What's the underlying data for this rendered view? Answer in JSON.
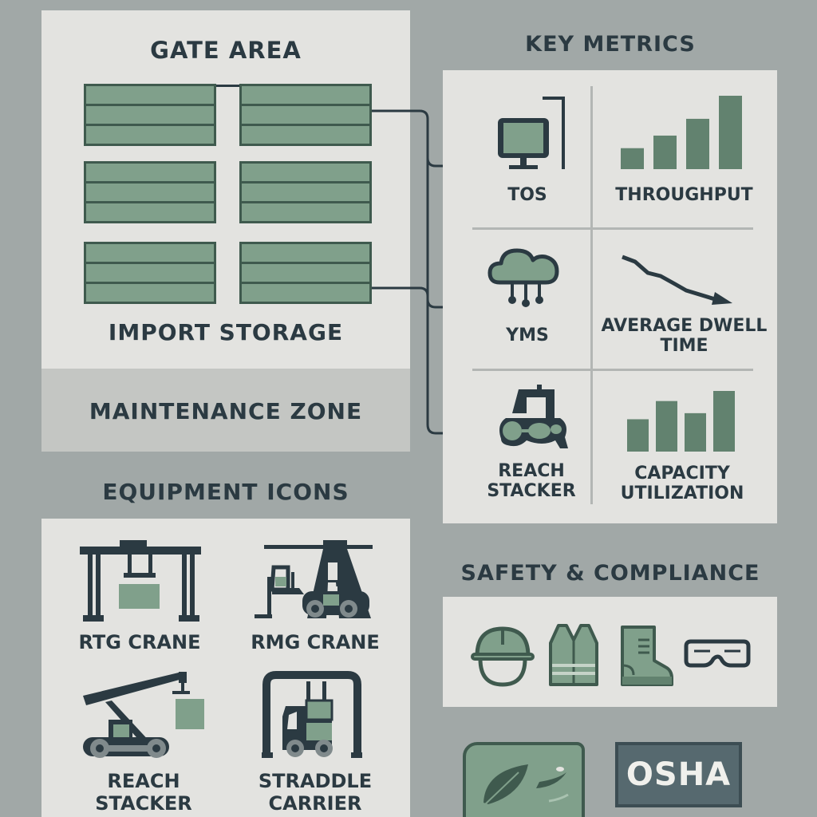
{
  "colors": {
    "background": "#a1a8a7",
    "panel": "#e3e3e0",
    "maintenance_panel": "#c4c6c3",
    "dark": "#2b3a42",
    "green": "#80a08b",
    "dark_green": "#3f5a4e",
    "bar_green": "#62826f",
    "osha_bg": "#56696f"
  },
  "layout_area": {
    "gate_area_label": "GATE AREA",
    "import_storage_label": "IMPORT STORAGE",
    "maintenance_zone_label": "MAINTENANCE ZONE",
    "container_blocks": 6
  },
  "key_metrics": {
    "title": "KEY METRICS",
    "systems": [
      {
        "label": "TOS",
        "icon": "monitor-icon"
      },
      {
        "label": "YMS",
        "icon": "cloud-icon"
      },
      {
        "label": "REACH STACKER",
        "line1": "REACH",
        "line2": "STACKER",
        "icon": "reach-stacker-icon"
      }
    ],
    "metrics": [
      {
        "label": "THROUGHPUT",
        "icon": "bar-chart-rising-icon",
        "bars": [
          1,
          1.6,
          2.4,
          3.5
        ]
      },
      {
        "label": "AVERAGE DWELL TIME",
        "line1": "AVERAGE DWELL",
        "line2": "TIME",
        "icon": "trend-down-icon"
      },
      {
        "label": "CAPACITY UTILIZATION",
        "line1": "CAPACITY",
        "line2": "UTILIZATION",
        "icon": "bar-chart-icon",
        "bars": [
          1.6,
          2.5,
          1.9,
          3.0
        ]
      }
    ]
  },
  "equipment": {
    "title": "EQUIPMENT ICONS",
    "items": [
      {
        "label": "RTG CRANE",
        "icon": "rtg-crane-icon"
      },
      {
        "label": "RMG CRANE",
        "icon": "rmg-crane-icon"
      },
      {
        "label": "REACH STACKER",
        "icon": "reach-stacker-icon"
      },
      {
        "label": "STRADDLE CARRIER",
        "line1": "STRADDLE",
        "line2": "CARRIER",
        "icon": "straddle-carrier-icon"
      }
    ]
  },
  "safety": {
    "title": "SAFETY & COMPLIANCE",
    "icons": [
      "hard-hat-icon",
      "safety-vest-icon",
      "safety-boot-icon",
      "safety-goggles-icon"
    ],
    "badges": {
      "osha_label": "OSHA",
      "eco_badge_icon": "leaf-icon"
    }
  }
}
